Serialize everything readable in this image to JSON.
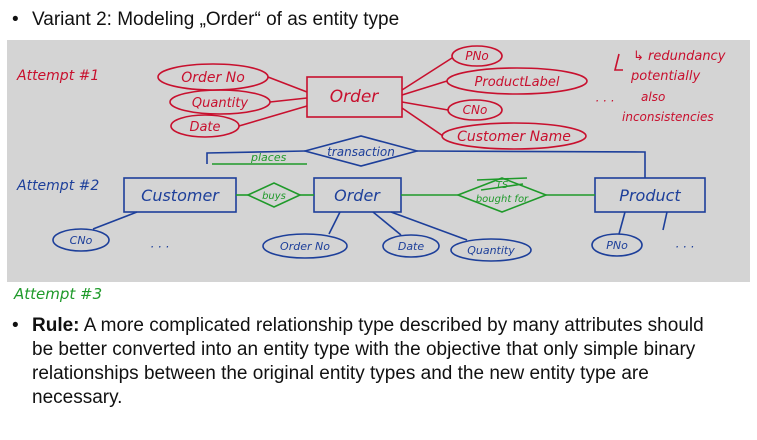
{
  "header": {
    "bullet": "•",
    "title": "Variant 2: Modeling „Order“ of as entity type"
  },
  "diagram": {
    "attempt1": {
      "label": "Attempt #1",
      "entity": "Order",
      "left_attributes": [
        "Order No",
        "Quantity",
        "Date"
      ],
      "right_attributes": [
        "PNo",
        "ProductLabel",
        "CNo",
        "Customer Name"
      ],
      "side_note": [
        "↳ redundancy",
        "potentially",
        "also",
        "inconsistencies"
      ],
      "ellipsis": "· · ·"
    },
    "attempt2": {
      "label": "Attempt #2",
      "top_relationship": "transaction",
      "left_relationship": "places",
      "entities": [
        "Customer",
        "Order",
        "Product"
      ],
      "relationships": [
        "buys",
        "TS",
        "bought for"
      ],
      "attributes": [
        "CNo",
        "Order No",
        "Date",
        "Quantity",
        "PNo"
      ],
      "ellipsis": "· · ·"
    },
    "attempt3": {
      "label": "Attempt #3"
    }
  },
  "rule": {
    "bullet": "•",
    "label": "Rule:",
    "text": " A more complicated relationship type described by many attributes should be better converted into an entity type with the objective that only simple binary relationships between the original entity types and the new entity type are necessary."
  },
  "colors": {
    "red_ink": "#c8102e",
    "blue_ink": "#1d3f9a",
    "green_ink": "#1f9a2a",
    "panel": "#d4d4d4"
  }
}
